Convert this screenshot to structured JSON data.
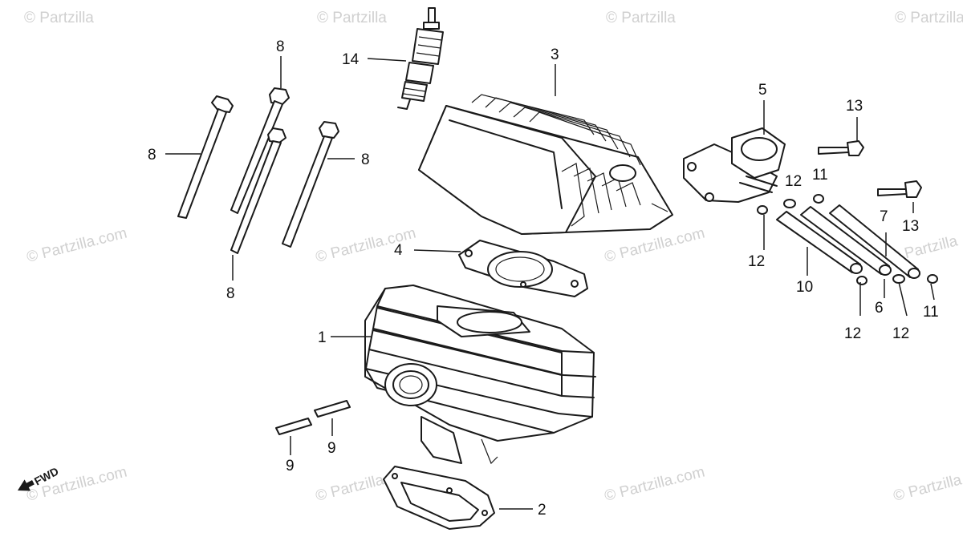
{
  "watermark": "© Partzilla.com",
  "watermark_short": "© Partzilla",
  "fwd_label": "FWD",
  "callouts": {
    "c1": "1",
    "c2": "2",
    "c3": "3",
    "c4": "4",
    "c5": "5",
    "c6": "6",
    "c7": "7",
    "c8a": "8",
    "c8b": "8",
    "c8c": "8",
    "c8d": "8",
    "c9a": "9",
    "c9b": "9",
    "c10": "10",
    "c11a": "11",
    "c11b": "11",
    "c12a": "12",
    "c12b": "12",
    "c12c": "12",
    "c12d": "12",
    "c13a": "13",
    "c13b": "13",
    "c14": "14"
  }
}
